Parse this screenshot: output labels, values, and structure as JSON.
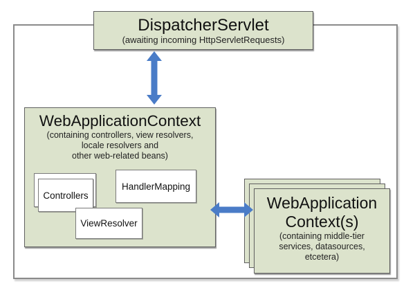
{
  "colors": {
    "box_fill": "#dce3cc",
    "box_border": "#5f5f5f",
    "inner_fill": "#ffffff",
    "outer_border": "#8a8a8a",
    "arrow": "#4a7cc7"
  },
  "dispatcher_servlet": {
    "title": "DispatcherServlet",
    "subtitle": "(awaiting incoming HttpServletRequests)"
  },
  "web_application_context": {
    "title": "WebApplicationContext",
    "subtitle_lines": [
      "(containing controllers, view resolvers,",
      "locale resolvers and",
      "other web-related beans)"
    ],
    "beans": {
      "controllers": "Controllers",
      "handler_mapping": "HandlerMapping",
      "view_resolver": "ViewResolver"
    }
  },
  "web_application_contexts": {
    "title_lines": [
      "WebApplication",
      "Context(s)"
    ],
    "subtitle_lines": [
      "(containing middle-tier",
      "services, datasources,",
      "etcetera)"
    ]
  }
}
